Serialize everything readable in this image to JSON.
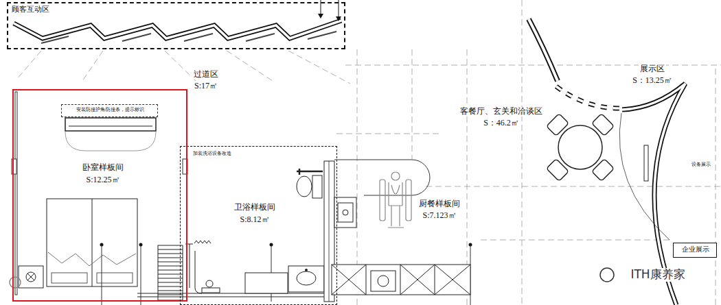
{
  "diagram": {
    "nodes": [
      {
        "text": [
          "顾客互动区"
        ]
      },
      {
        "text": [
          "卧室样板间",
          "S:12.25㎡"
        ]
      },
      {
        "text": [
          "安装防撞护角/防撞条，提示标识"
        ],
        "in": 1
      },
      {
        "text": [
          "加装洗浴设备改造",
          "卫浴样板间",
          "S:8.12㎡"
        ]
      },
      {
        "text": [
          "企业展示"
        ]
      }
    ],
    "labels": [
      "过道区",
      "S:17㎡",
      "展示区",
      "S：13.25㎡",
      "客餐厅、玄关和洽谈区",
      "S：46.2㎡",
      "厨餐样板间",
      "S:7.123㎡",
      "设备展示",
      "ITH康养家"
    ]
  }
}
